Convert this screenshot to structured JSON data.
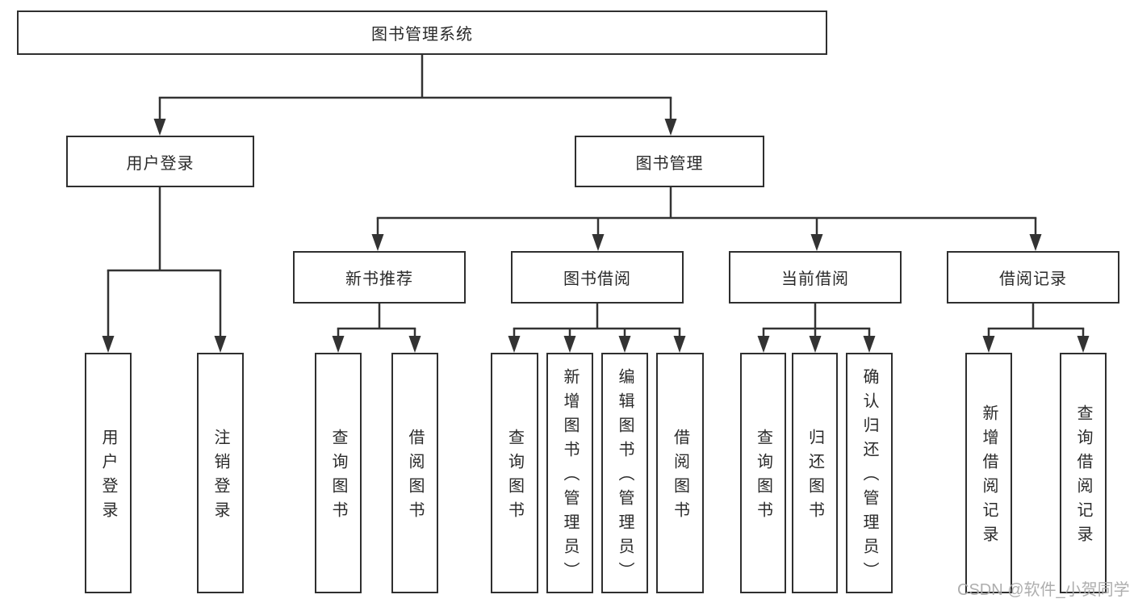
{
  "tree": {
    "root": {
      "label": "图书管理系统"
    },
    "user_login": {
      "label": "用户登录",
      "children": [
        {
          "label": "用户登录"
        },
        {
          "label": "注销登录"
        }
      ]
    },
    "book_management": {
      "label": "图书管理",
      "sections": [
        {
          "label": "新书推荐",
          "children": [
            {
              "label": "查询图书"
            },
            {
              "label": "借阅图书"
            }
          ]
        },
        {
          "label": "图书借阅",
          "children": [
            {
              "label": "查询图书"
            },
            {
              "label": "新增图书（管理员）"
            },
            {
              "label": "编辑图书（管理员）"
            },
            {
              "label": "借阅图书"
            }
          ]
        },
        {
          "label": "当前借阅",
          "children": [
            {
              "label": "查询图书"
            },
            {
              "label": "归还图书"
            },
            {
              "label": "确认归还（管理员）"
            }
          ]
        },
        {
          "label": "借阅记录",
          "children": [
            {
              "label": "新增借阅记录"
            },
            {
              "label": "查询借阅记录"
            }
          ]
        }
      ]
    }
  },
  "watermark": "CSDN @软件_小贺同学",
  "colors": {
    "line": "#333333",
    "box_border": "#2f2f2f",
    "text": "#2a2a2a",
    "watermark": "#aaaaaa",
    "background": "#ffffff"
  }
}
